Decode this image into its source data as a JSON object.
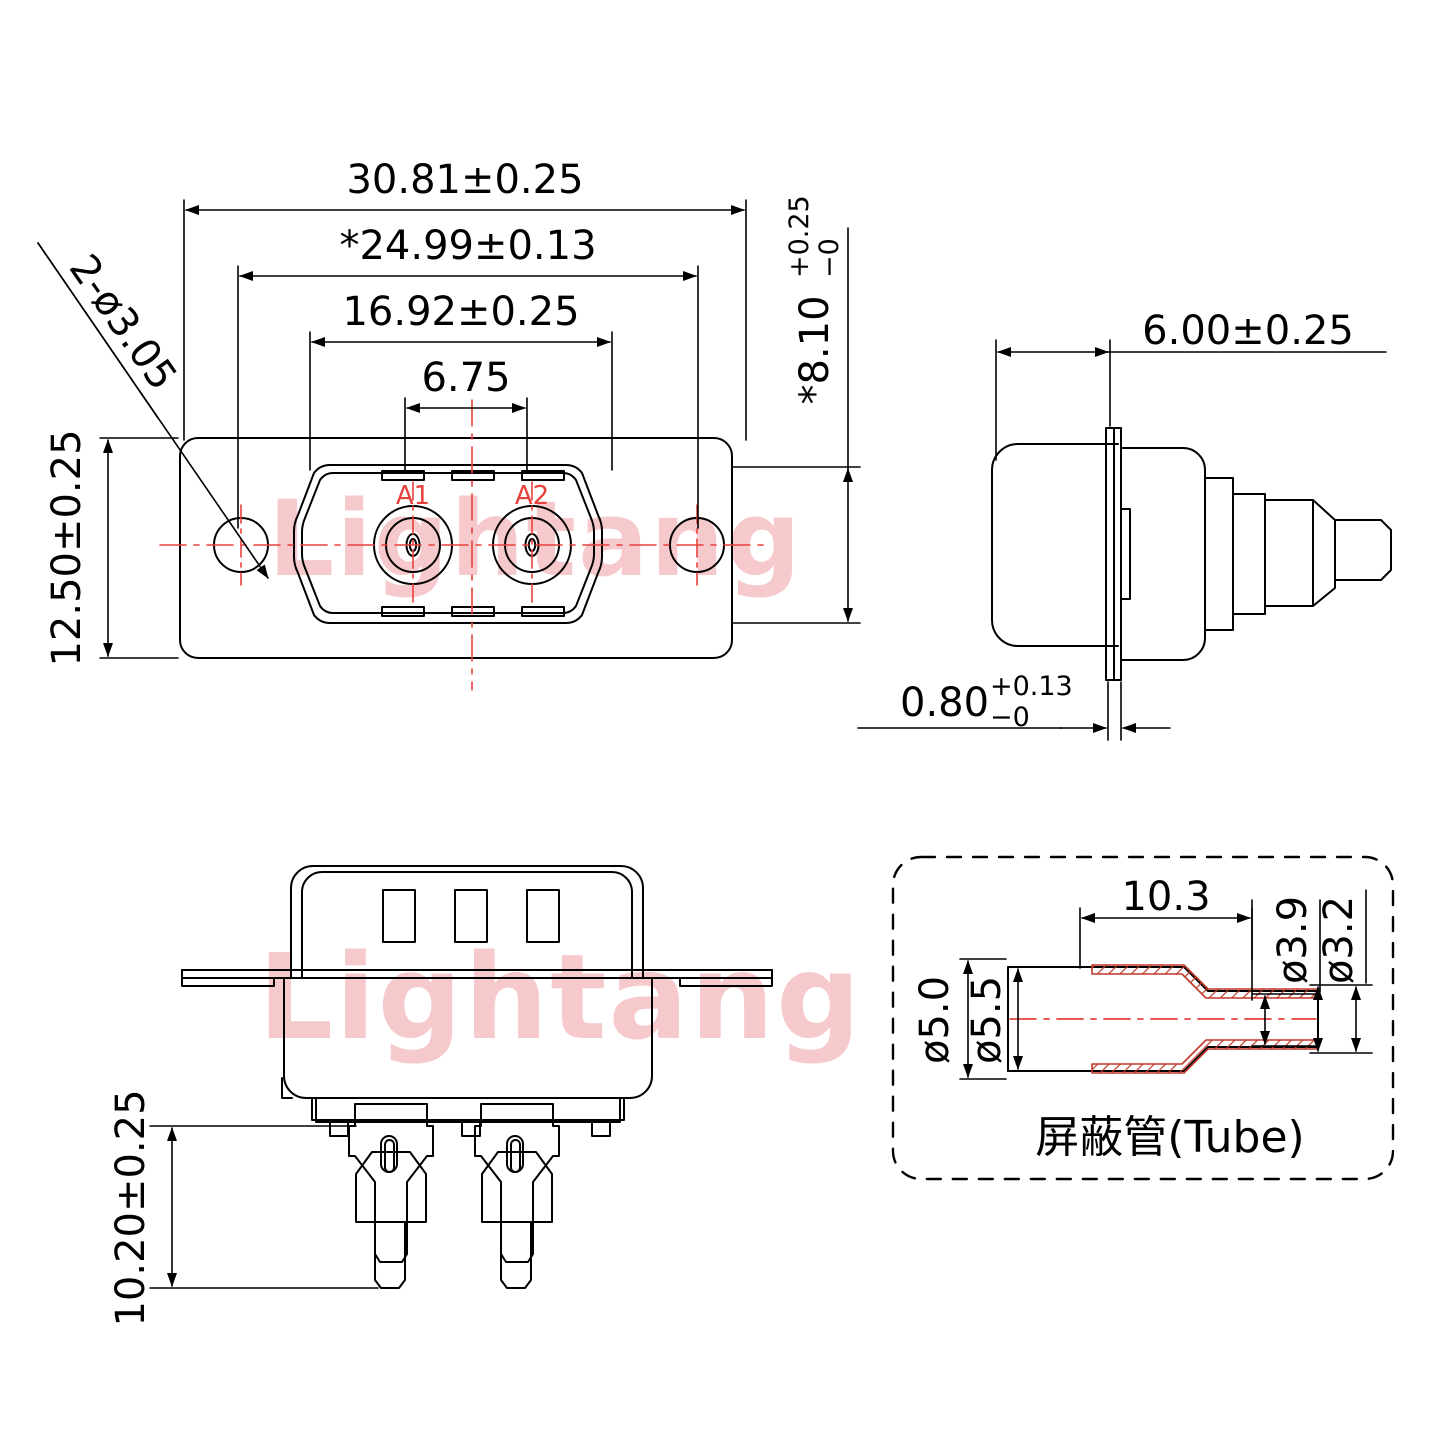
{
  "drawing": {
    "title": "D-SUB 2W2 Coaxial Connector Outline Drawing",
    "line_color": "#000000",
    "centerline_color": "#e8413c",
    "watermark_color": "#f6c9cc",
    "watermark_text": "Lightang"
  },
  "views": {
    "front": {
      "name": "front-view",
      "contacts": [
        {
          "label": "A1"
        },
        {
          "label": "A2"
        }
      ],
      "dimensions": {
        "overall_width": "30.81±0.25",
        "mounting_hole_span": "*24.99±0.13",
        "shell_width": "16.92±0.25",
        "contact_pitch": "6.75",
        "overall_height": "12.50±0.25",
        "shell_height_value": "*8.10",
        "shell_height_upper": "+0.25",
        "shell_height_lower": "−0",
        "hole_callout": "2-ø3.05"
      }
    },
    "side": {
      "name": "side-view",
      "dimensions": {
        "body_depth": "6.00±0.25",
        "flange_thickness_value": "0.80",
        "flange_thickness_upper": "+0.13",
        "flange_thickness_lower": "−0"
      }
    },
    "bottom": {
      "name": "bottom-view",
      "dimensions": {
        "pin_length": "10.20±0.25"
      }
    },
    "tube_detail": {
      "name": "shield-tube-detail",
      "caption": "屏蔽管(Tube)",
      "dimensions": {
        "length": "10.3",
        "outer_dia_large": "ø5.0",
        "inner_dia_large": "ø5.5",
        "outer_dia_small": "ø3.9",
        "inner_dia_small": "ø3.2"
      }
    }
  }
}
